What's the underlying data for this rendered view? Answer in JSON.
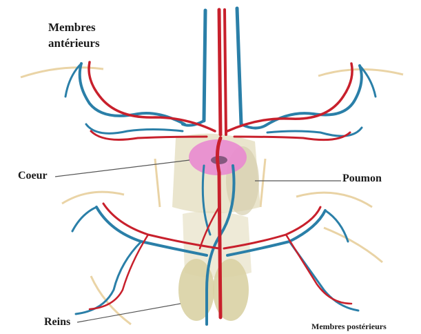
{
  "labels": {
    "membres_anterieurs_line1": "Membres",
    "membres_anterieurs_line2": "antérieurs",
    "coeur": "Coeur",
    "poumon": "Poumon",
    "reins": "Reins",
    "membres_posterieurs": "Membres postérieurs"
  },
  "colors": {
    "artery": "#c8202c",
    "vein": "#2a7fa8",
    "skeleton": "#e6cc96",
    "heart": "#e98ad0",
    "organ": "#e3dcbc",
    "leader": "#555555"
  }
}
